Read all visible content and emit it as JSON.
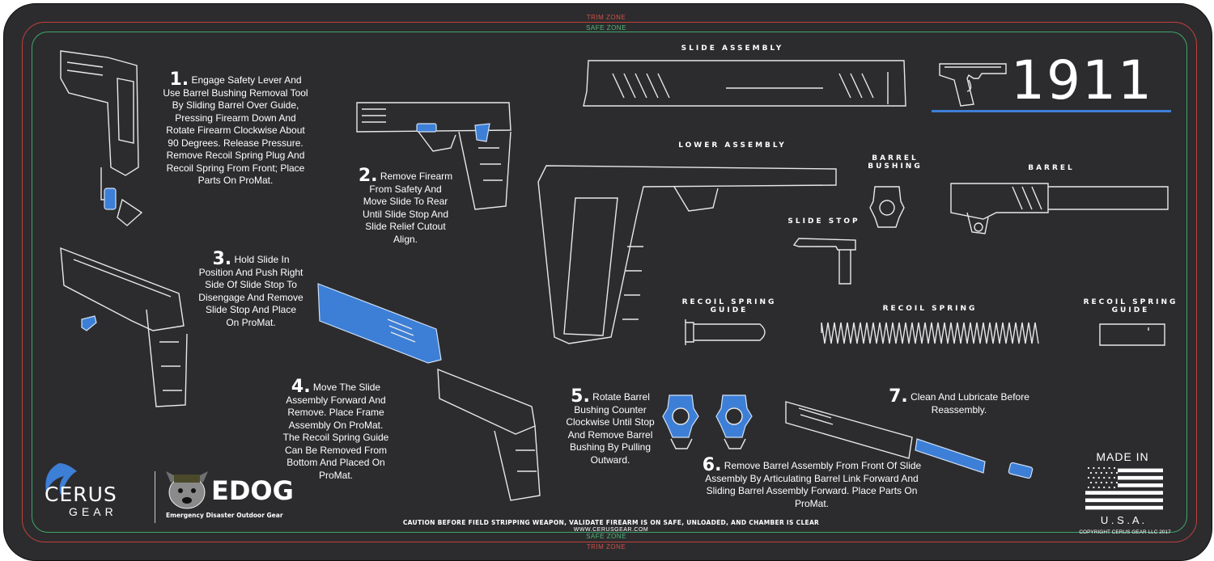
{
  "zones": {
    "trim": "TRIM ZONE",
    "safe": "SAFE ZONE"
  },
  "title": {
    "model": "1911"
  },
  "steps": [
    {
      "num": "1.",
      "text": "Engage Safety Lever And Use Barrel Bushing Removal Tool By Sliding Barrel Over Guide, Pressing Firearm Down And Rotate Firearm Clockwise About 90 Degrees. Release Pressure. Remove Recoil Spring Plug And Recoil Spring From Front; Place Parts On ProMat."
    },
    {
      "num": "2.",
      "text": "Remove Firearm From Safety And Move Slide To Rear Until Slide Stop And Slide Relief Cutout Align."
    },
    {
      "num": "3.",
      "text": "Hold Slide In Position And Push Right Side Of Slide Stop To Disengage And Remove Slide Stop And Place On ProMat."
    },
    {
      "num": "4.",
      "text": "Move The Slide Assembly Forward And Remove. Place Frame Assembly On ProMat. The Recoil Spring Guide Can Be Removed From Bottom And Placed On ProMat."
    },
    {
      "num": "5.",
      "text": "Rotate Barrel Bushing Counter Clockwise Until Stop And Remove Barrel Bushing By Pulling Outward."
    },
    {
      "num": "6.",
      "text": "Remove Barrel Assembly From Front Of Slide Assembly By Articulating Barrel Link Forward And Sliding Barrel Assembly Forward. Place Parts On ProMat."
    },
    {
      "num": "7.",
      "text": "Clean And Lubricate Before Reassembly."
    }
  ],
  "parts": {
    "slide_assembly": "SLIDE ASSEMBLY",
    "lower_assembly": "LOWER ASSEMBLY",
    "barrel_bushing": "BARREL BUSHING",
    "barrel": "BARREL",
    "slide_stop": "SLIDE STOP",
    "recoil_spring_guide": "RECOIL SPRING GUIDE",
    "recoil_spring": "RECOIL SPRING",
    "recoil_spring_guide_right": "RECOIL SPRING GUIDE"
  },
  "footer": {
    "caution": "CAUTION BEFORE FIELD STRIPPING WEAPON, VALIDATE FIREARM IS ON SAFE, UNLOADED, AND CHAMBER IS CLEAR",
    "website": "WWW.CERUSGEAR.COM",
    "copyright": "COPYRIGHT CERUS GEAR LLC 2017",
    "made_in": "MADE IN",
    "usa": "U . S . A ."
  },
  "brands": {
    "cerus_line1": "CERUS",
    "cerus_line2": "GEAR",
    "edog": "EDOG",
    "edog_tagline": "Emergency Disaster Outdoor Gear"
  },
  "colors": {
    "mat": "#2c2c2e",
    "accent_blue": "#3d7fd6",
    "trim_line": "#c2403c",
    "safe_line": "#3fa66a",
    "line_art": "#e8e8e8"
  }
}
